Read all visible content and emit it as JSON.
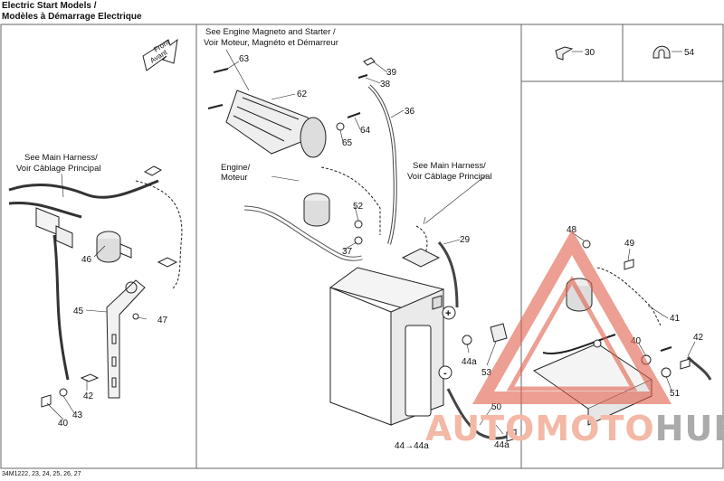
{
  "header": {
    "title_en": "Electric Start Models /",
    "title_fr": "Modèles à Démarrage Electrique"
  },
  "footer": {
    "code": "34M1222, 23, 24, 25, 26, 27"
  },
  "notes": {
    "front": [
      "Front",
      "Avant"
    ],
    "magneto": [
      "See Engine Magneto and Starter /",
      "Voir Moteur, Magnéto et Démarreur"
    ],
    "engine": [
      "Engine/",
      "Moteur"
    ],
    "harness_left": [
      "See Main Harness/",
      "Voir Câblage Principal"
    ],
    "harness_mid": [
      "See Main Harness/",
      "Voir Câblage Principal"
    ],
    "plus": "+",
    "minus": "-"
  },
  "callouts": {
    "c63": "63",
    "c62": "62",
    "c39": "39",
    "c38": "38",
    "c36": "36",
    "c65": "65",
    "c64": "64",
    "c52": "52",
    "c37": "37",
    "c29": "29",
    "c44a_1": "44a",
    "c53": "53",
    "c50": "50",
    "c44a_2": "44a",
    "c44a_3": "44→44a",
    "c30": "30",
    "c54": "54",
    "c48": "48",
    "c49": "49",
    "c41": "41",
    "c40_r": "40",
    "c42_r": "42",
    "c51": "51",
    "c46": "46",
    "c45": "45",
    "c47": "47",
    "c42_l": "42",
    "c43": "43",
    "c40_l": "40"
  },
  "watermark": {
    "part1": "AUTOMOTO",
    "part2": "HUB"
  }
}
